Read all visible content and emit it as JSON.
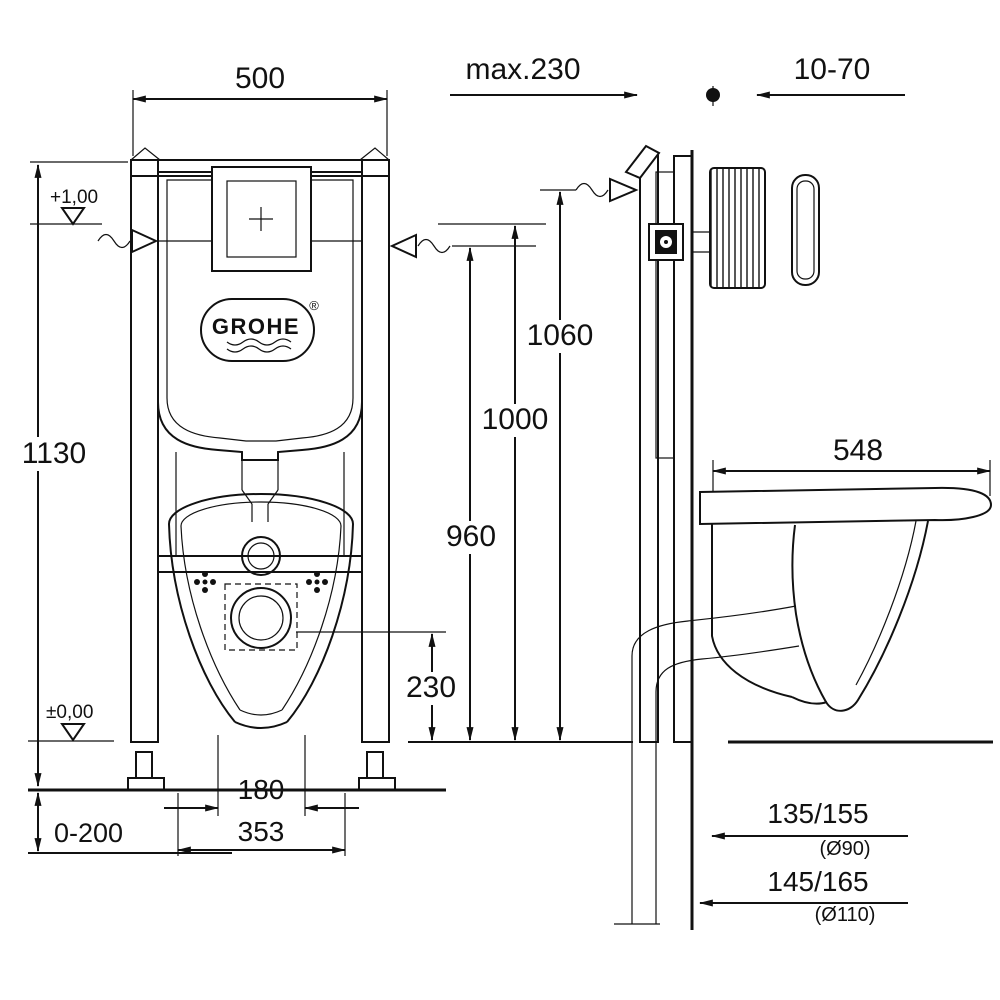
{
  "meta": {
    "brand": "GROHE",
    "registered_mark": "®"
  },
  "front_view": {
    "frame_width": "500",
    "frame_height": "1130",
    "level_plus": "+1,00",
    "level_zero": "±0,00",
    "floor_buildup": "0-200",
    "fixing_width": "180",
    "outlet_width": "353",
    "outlet_height": "230",
    "height_960": "960",
    "height_1000": "1000",
    "height_1060": "1060"
  },
  "side_view": {
    "max_depth": "max.230",
    "wall_thickness": "10-70",
    "bowl_depth": "548",
    "drain_offset_90": "135/155",
    "drain_dia_90": "(Ø90)",
    "drain_offset_110": "145/165",
    "drain_dia_110": "(Ø110)"
  }
}
